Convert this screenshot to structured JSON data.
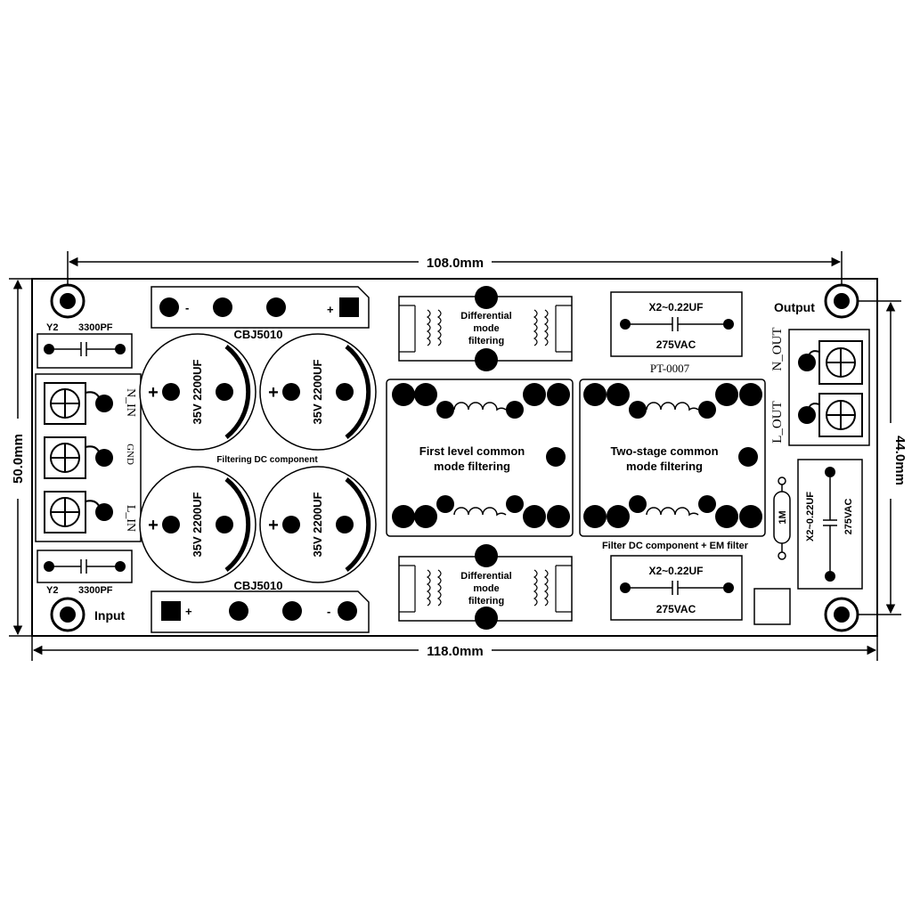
{
  "dimensions": {
    "top_width": "108.0mm",
    "bottom_width": "118.0mm",
    "left_height": "50.0mm",
    "right_height": "44.0mm"
  },
  "board": {
    "part_number": "PT-0007",
    "input_label": "Input",
    "output_label": "Output"
  },
  "input_terminals": {
    "n_in": "N_IN",
    "gnd": "GND",
    "l_in": "L_IN"
  },
  "output_terminals": {
    "n_out": "N_OUT",
    "l_out": "L_OUT"
  },
  "y_caps": {
    "top_type": "Y2",
    "top_value": "3300PF",
    "bottom_type": "Y2",
    "bottom_value": "3300PF"
  },
  "rectifiers": {
    "top_label": "CBJ5010",
    "bottom_label": "CBJ5010",
    "minus": "-",
    "plus": "+"
  },
  "capacitors": {
    "value": "35V 2200UF",
    "plus": "+",
    "caption": "Filtering DC component"
  },
  "differential": {
    "top_line1": "Differential",
    "top_line2": "mode",
    "top_line3": "filtering",
    "bottom_line1": "Differential",
    "bottom_line2": "mode",
    "bottom_line3": "filtering"
  },
  "common_mode": {
    "first_line1": "First level common",
    "first_line2": "mode filtering",
    "second_line1": "Two-stage common",
    "second_line2": "mode filtering",
    "caption": "Filter DC component + EM filter"
  },
  "x_caps": {
    "top_value": "X2~0.22UF",
    "top_voltage": "275VAC",
    "bottom_value": "X2~0.22UF",
    "bottom_voltage": "275VAC",
    "right_value": "X2~0.22UF",
    "right_voltage": "275VAC"
  },
  "resistor": {
    "value": "1M"
  }
}
